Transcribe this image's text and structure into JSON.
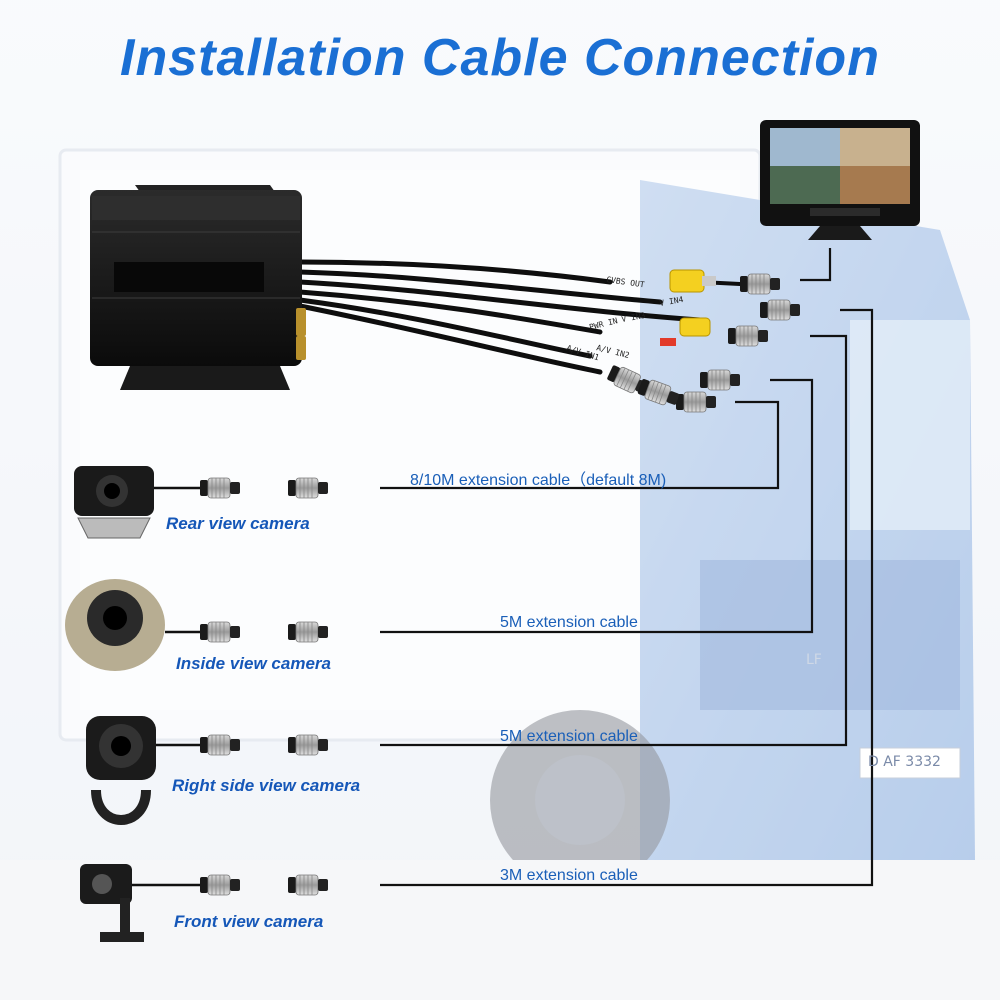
{
  "title": "Installation Cable Connection",
  "ports": [
    "CVBS OUT",
    "V IN4",
    "V IN3",
    "PWR IN",
    "A/V IN2",
    "A/V IN1"
  ],
  "plate_text": "D AF 3332",
  "truck_badge": "LF",
  "cameras": [
    {
      "label": "Rear view camera",
      "cable": "8/10M extension cable（default 8M)"
    },
    {
      "label": "Inside view camera",
      "cable": "5M extension cable"
    },
    {
      "label": "Right side view camera",
      "cable": "5M extension cable"
    },
    {
      "label": "Front view camera",
      "cable": "3M extension cable"
    }
  ],
  "colors": {
    "title": "#1a6fd4",
    "camera_label": "#1557b8",
    "cable_label": "#1a5fb8",
    "cable": "#111111",
    "rca_yellow": "#f4d020"
  },
  "icons": [
    "dvr-box-icon",
    "monitor-icon",
    "rear-camera-icon",
    "dome-camera-icon",
    "side-camera-icon",
    "front-camera-icon",
    "aviation-connector-icon"
  ]
}
